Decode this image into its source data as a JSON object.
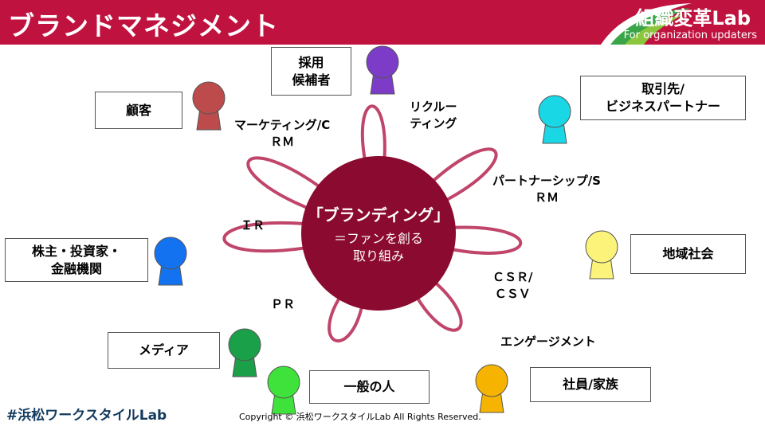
{
  "header": {
    "title": "ブランドマネジメント"
  },
  "logo": {
    "main": "組織変革Lab",
    "sub": "For organization updaters"
  },
  "hub": {
    "title": "「ブランディング」",
    "line1": "＝ファンを創る",
    "line2": "取り組み"
  },
  "stakeholders": [
    {
      "label_lines": [
        "採用",
        "候補者"
      ],
      "color": "#7d3cc8"
    },
    {
      "label_lines": [
        "取引先/",
        "ビジネスパートナー"
      ],
      "color": "#1ad7e6"
    },
    {
      "label_lines": [
        "地域社会"
      ],
      "color": "#fbf37a"
    },
    {
      "label_lines": [
        "社員/家族"
      ],
      "color": "#f6b400"
    },
    {
      "label_lines": [
        "一般の人"
      ],
      "color": "#3fe23a"
    },
    {
      "label_lines": [
        "メディア"
      ],
      "color": "#1aa048"
    },
    {
      "label_lines": [
        "株主・投資家・",
        "金融機関"
      ],
      "color": "#1372f0"
    },
    {
      "label_lines": [
        "顧客"
      ],
      "color": "#bd4b4b"
    }
  ],
  "relations": [
    {
      "lines": [
        "リクルー",
        "ティング"
      ]
    },
    {
      "lines": [
        "パートナーシップ/S",
        "ＲＭ"
      ]
    },
    {
      "lines": [
        "ＣＳＲ/",
        "ＣＳＶ"
      ]
    },
    {
      "lines": [
        "エンゲージメント"
      ]
    },
    {
      "lines": [
        "ＰＲ"
      ]
    },
    {
      "lines": [
        "ＩＲ"
      ]
    },
    {
      "lines": [
        "マーケティング/C",
        "ＲＭ"
      ]
    }
  ],
  "footer": {
    "hashtag": "#浜松ワークスタイルLab",
    "copyright": "Copyright © 浜松ワークスタイルLab  All Rights Reserved."
  },
  "colors": {
    "accent": "#c0123f",
    "hub": "#8b0a2f",
    "loop": "#c0456a",
    "hashtag": "#123a5e"
  }
}
